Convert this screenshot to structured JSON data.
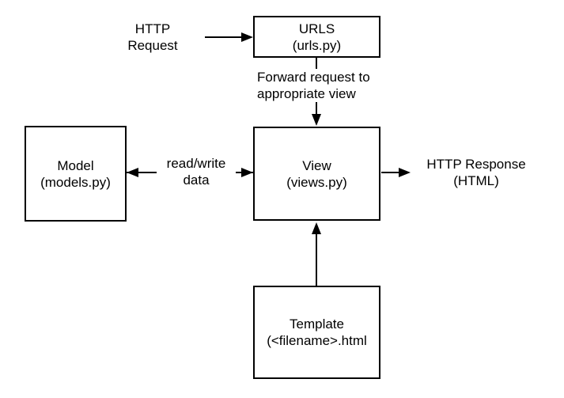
{
  "nodes": {
    "urls": {
      "line1": "URLS",
      "line2": "(urls.py)"
    },
    "view": {
      "line1": "View",
      "line2": "(views.py)"
    },
    "model": {
      "line1": "Model",
      "line2": "(models.py)"
    },
    "template": {
      "line1": "Template",
      "line2": "(<filename>.html"
    }
  },
  "edge_labels": {
    "http_request": {
      "line1": "HTTP",
      "line2": "Request"
    },
    "forward_request": {
      "line1": "Forward request to",
      "line2": "appropriate view"
    },
    "read_write": {
      "line1": "read/write",
      "line2": "data"
    },
    "http_response": {
      "line1": "HTTP Response",
      "line2": "(HTML)"
    }
  },
  "colors": {
    "stroke": "#000000",
    "text": "#000000",
    "background": "#ffffff"
  }
}
